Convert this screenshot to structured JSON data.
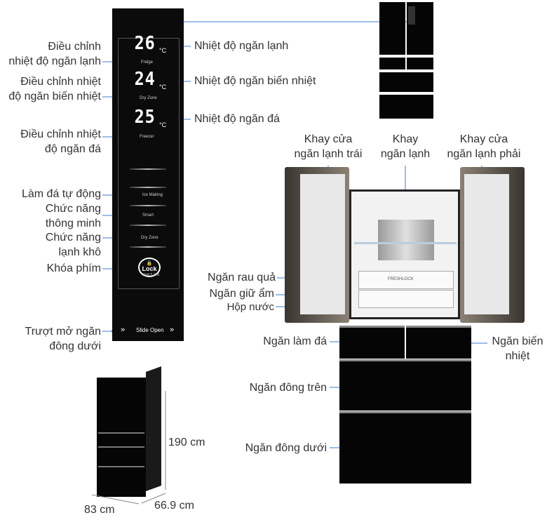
{
  "panel": {
    "temp_fridge": "26",
    "temp_flex": "24",
    "temp_freezer": "25",
    "unit": "°C",
    "label_fridge": "Fridge",
    "label_flex": "Dry Zone",
    "label_freezer": "Freezer",
    "label_making": "Ice Making",
    "label_smart": "Smart",
    "label_dryzone": "Dry Zone",
    "lock_title": "Lock",
    "lock_sub": "Hold 5 Sec",
    "slide_open": "Slide Open",
    "slide_arrows": "»"
  },
  "left_labels": {
    "adj_fridge_1": "Điều chỉnh",
    "adj_fridge_2": "nhiệt độ ngăn lạnh",
    "adj_flex_1": "Điều chỉnh nhiệt",
    "adj_flex_2": "độ ngăn biến nhiệt",
    "adj_freezer_1": "Điều chỉnh nhiệt",
    "adj_freezer_2": "độ ngăn đá",
    "auto_ice": "Làm đá tự động",
    "smart_1": "Chức năng",
    "smart_2": "thông minh",
    "dry_1": "Chức năng",
    "dry_2": "lạnh khô",
    "lock": "Khóa phím",
    "slide_1": "Trượt mở ngăn",
    "slide_2": "đông dưới"
  },
  "right_panel_labels": {
    "temp_fridge": "Nhiệt độ ngăn lạnh",
    "temp_flex": "Nhiệt độ ngăn biến nhiệt",
    "temp_freezer": "Nhiệt độ ngăn đá"
  },
  "fridge_labels": {
    "left_door_1": "Khay cửa",
    "left_door_2": "ngăn lạnh trái",
    "shelf_1": "Khay",
    "shelf_2": "ngăn lạnh",
    "right_door_1": "Khay cửa",
    "right_door_2": "ngăn lạnh phải",
    "vegetable": "Ngăn rau quả",
    "moisture": "Ngăn giữ ẩm",
    "water_box": "Hộp nước",
    "ice": "Ngăn làm đá",
    "flex_1": "Ngăn biến",
    "flex_2": "nhiệt",
    "upper_freezer": "Ngăn đông trên",
    "lower_freezer": "Ngăn đông dưới"
  },
  "fridge_interior": {
    "freshlock": "FRESHLOCK"
  },
  "dimensions": {
    "height": "190 cm",
    "width": "83 cm",
    "depth": "66.9 cm"
  },
  "colors": {
    "accent": "#1e6fd9",
    "panel": "#0b0b0b",
    "line": "#3a7bd5"
  }
}
